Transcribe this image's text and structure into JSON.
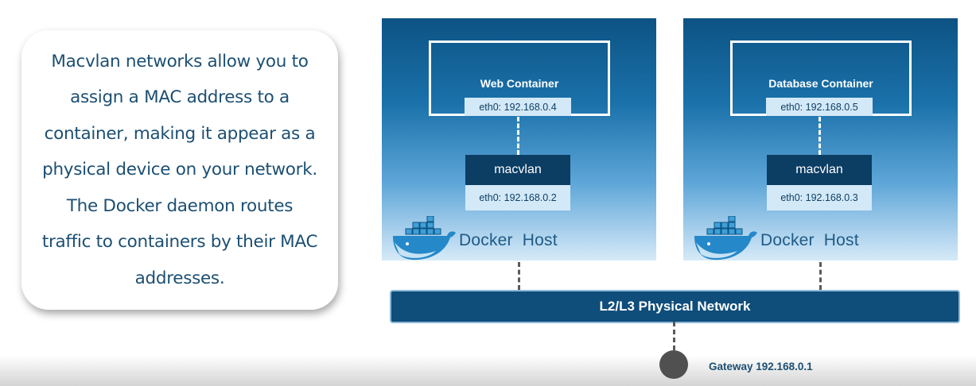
{
  "callout": {
    "text": "Macvlan networks allow you to assign a MAC address to a container, making it appear as a physical device on your network. The Docker daemon routes traffic to containers by their MAC addresses."
  },
  "hosts": [
    {
      "container_name": "Web Container",
      "container_eth": "eth0: 192.168.0.4",
      "driver": "macvlan",
      "host_eth": "eth0: 192.168.0.2",
      "host_label": "Docker  Host"
    },
    {
      "container_name": "Database Container",
      "container_eth": "eth0: 192.168.0.5",
      "driver": "macvlan",
      "host_eth": "eth0: 192.168.0.3",
      "host_label": "Docker  Host"
    }
  ],
  "network": {
    "label": "L2/L3 Physical Network"
  },
  "gateway": {
    "label": "Gateway 192.168.0.1"
  },
  "colors": {
    "host_top": "#0d5384",
    "host_bottom": "#d6eaf8",
    "network_bar": "#0f4d7a",
    "macvlan_box": "#0c3d63",
    "text_blue": "#1c4f72",
    "gateway_dot": "#505050"
  }
}
